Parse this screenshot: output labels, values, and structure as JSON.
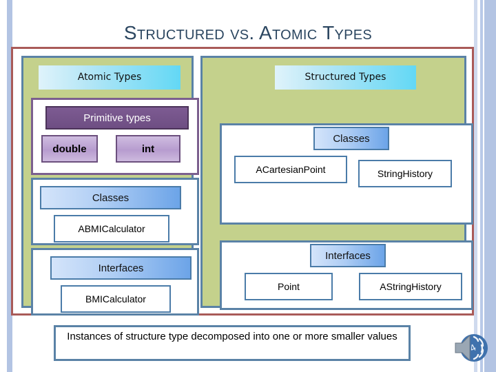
{
  "slide": {
    "title": "Structured vs. Atomic Types",
    "caption": "Instances of structure type decomposed into one or more smaller values"
  },
  "colors": {
    "title_text": "#2b4660",
    "frame_border": "#a95a58",
    "column_fill": "#c4d18c",
    "column_border": "#5a82a6",
    "header_pill_gradient_start": "#dff3fb",
    "header_pill_gradient_end": "#63d8f5",
    "banner_blue_start": "#d4e4fa",
    "banner_blue_end": "#6ca4e8",
    "banner_violet": "#7d5b92",
    "leaf_border": "#4a7ba8",
    "leaf_violet_fill": "#b79ccf",
    "edge_bar": "#b3c4e3"
  },
  "columns": {
    "atomic": {
      "header": "Atomic Types",
      "groups": [
        {
          "banner": "Primitive types",
          "banner_style": "violet",
          "items": [
            "double",
            "int"
          ]
        },
        {
          "banner": "Classes",
          "banner_style": "blue",
          "items": [
            "ABMICalculator"
          ]
        },
        {
          "banner": "Interfaces",
          "banner_style": "blue",
          "items": [
            "BMICalculator"
          ]
        }
      ]
    },
    "structured": {
      "header": "Structured Types",
      "groups": [
        {
          "banner": "Classes",
          "banner_style": "blue",
          "items": [
            "ACartesianPoint",
            "StringHistory"
          ]
        },
        {
          "banner": "Interfaces",
          "banner_style": "blue",
          "items": [
            "Point",
            "AStringHistory"
          ]
        }
      ]
    }
  },
  "icons": {
    "speaker": "speaker-sound-icon"
  }
}
